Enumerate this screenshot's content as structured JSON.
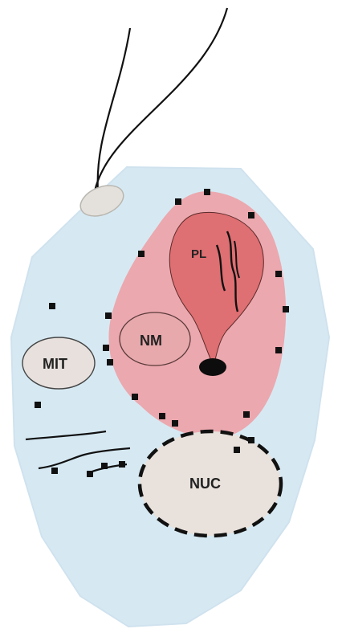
{
  "labels": {
    "pl": "PL",
    "nm": "NM",
    "mit": "MIT",
    "nuc": "NUC"
  },
  "colors": {
    "cell_fill": "#d6e9f3",
    "cell_stroke": "#cfe2ee",
    "pink_region": "#eba8ae",
    "pl_fill": "#de6f72",
    "nm_fill": "#e7a9ac",
    "mit_fill": "#e7e0dd",
    "nuc_fill": "#e8e1dc",
    "ink": "#111111"
  }
}
